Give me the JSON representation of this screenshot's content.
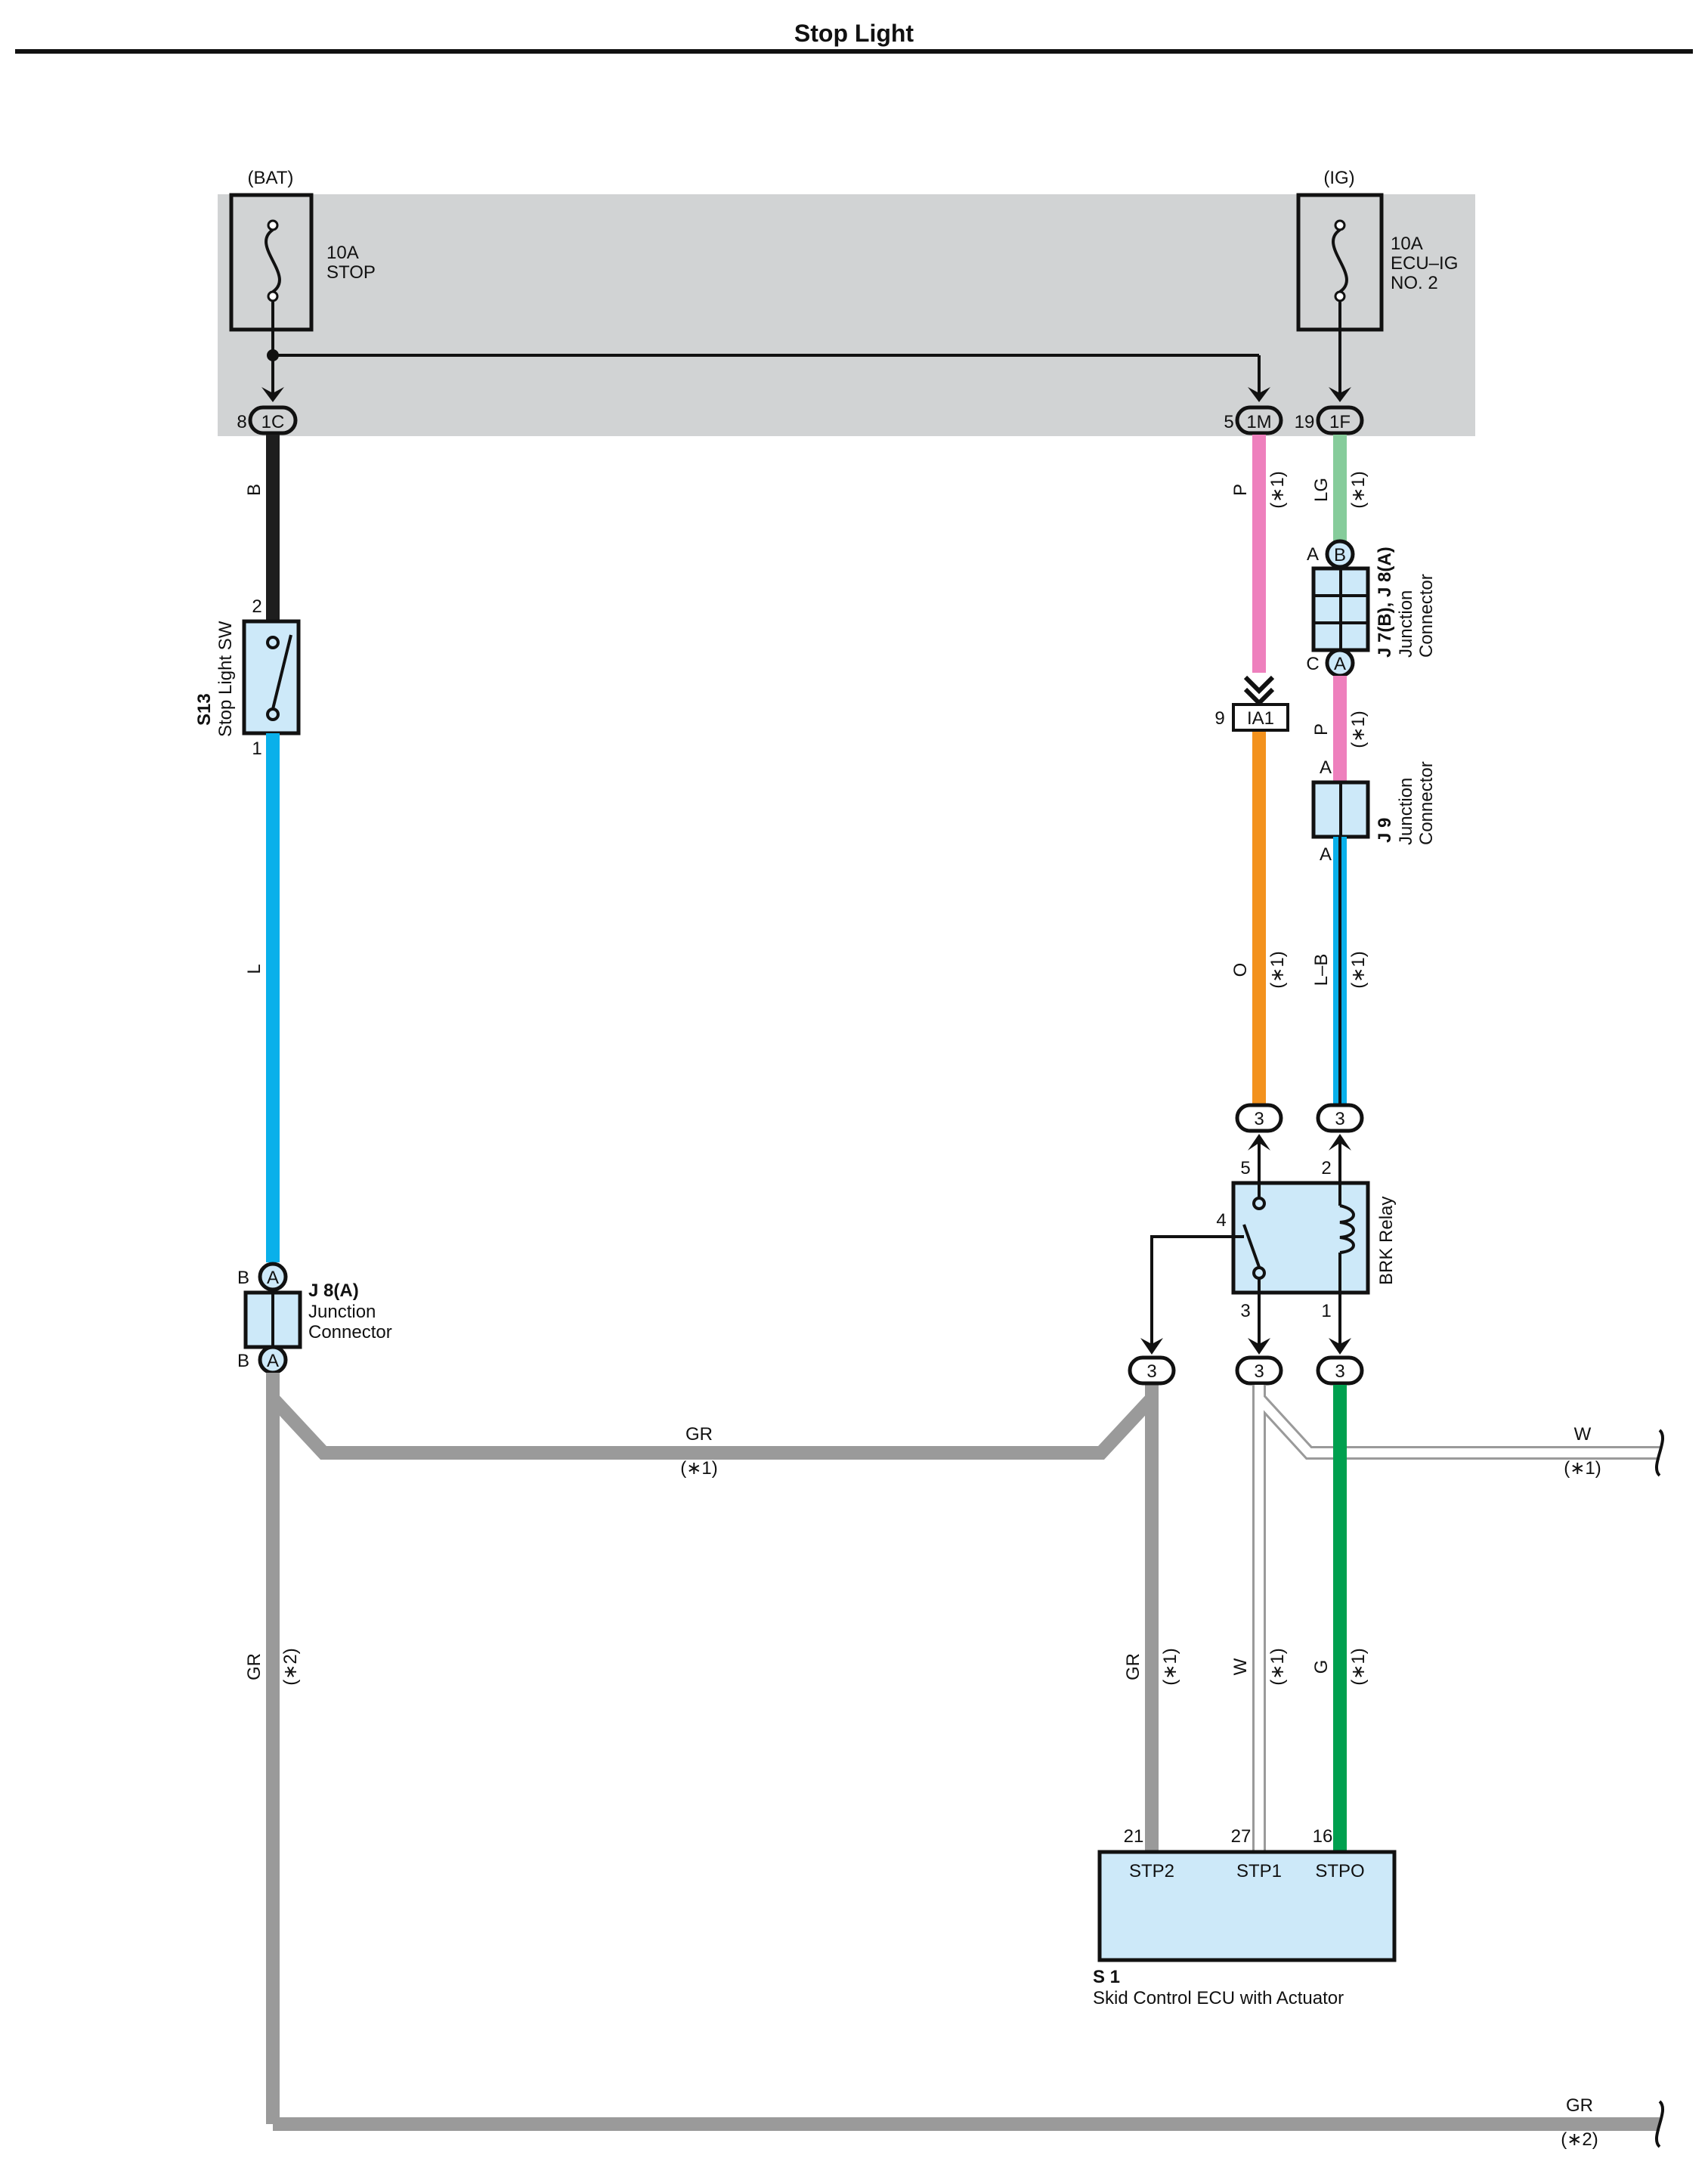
{
  "header": {
    "title": "Stop Light"
  },
  "colors": {
    "B": "#1e1e1e",
    "L": "#0ab0ea",
    "P": "#ee80bd",
    "LG": "#86cc9b",
    "O": "#f3921e",
    "LB_blue": "#0ab0ea",
    "LB_black": "#111111",
    "GR": "#9a9a9a",
    "W_outline": "#9a9a9a",
    "G": "#00a04f",
    "panel": "#d1d3d4",
    "component": "#cde9f9"
  },
  "fuses": {
    "bat": {
      "source": "(BAT)",
      "rating": "10A",
      "name": "STOP"
    },
    "ig": {
      "source": "(IG)",
      "rating": "10A",
      "name_line1": "ECU–IG",
      "name_line2": "NO. 2"
    }
  },
  "connectors": {
    "c1c": {
      "id": "1C",
      "pin": "8"
    },
    "c1m": {
      "id": "1M",
      "pin": "5"
    },
    "c1f": {
      "id": "1F",
      "pin": "19"
    },
    "ia1": {
      "id": "IA1",
      "pin": "9"
    },
    "relay_in5": {
      "id": "3"
    },
    "relay_in2": {
      "id": "3"
    },
    "relay_out4": {
      "id": "3"
    },
    "relay_out3": {
      "id": "3"
    },
    "relay_out1": {
      "id": "3"
    },
    "j7_top": {
      "id": "B",
      "side": "A"
    },
    "j7_bot": {
      "id": "A",
      "side": "C"
    },
    "j8_top": {
      "id": "A",
      "side": "B"
    },
    "j8_bot": {
      "id": "A",
      "side": "B"
    }
  },
  "wires": {
    "w_b": {
      "color": "B"
    },
    "w_l": {
      "color": "L"
    },
    "w_p_top": {
      "color": "P",
      "note": "(∗1)"
    },
    "w_lg": {
      "color": "LG",
      "note": "(∗1)"
    },
    "w_p_mid": {
      "color": "P",
      "note": "(∗1)"
    },
    "w_o": {
      "color": "O",
      "note": "(∗1)"
    },
    "w_lb": {
      "color": "L–B",
      "note": "(∗1)"
    },
    "w_gr_horiz": {
      "color": "GR",
      "note": "(∗1)"
    },
    "w_gr_left": {
      "color": "GR",
      "note": "(∗2)"
    },
    "w_gr_ecu": {
      "color": "GR",
      "note": "(∗1)"
    },
    "w_w_ecu": {
      "color": "W",
      "note": "(∗1)"
    },
    "w_g_ecu": {
      "color": "G",
      "note": "(∗1)"
    },
    "w_w_right": {
      "color": "W",
      "note": "(∗1)"
    },
    "w_gr_bottom": {
      "color": "GR",
      "note": "(∗2)"
    }
  },
  "components": {
    "s13": {
      "code": "S13",
      "name": "Stop Light SW",
      "pin_top": "2",
      "pin_bot": "1"
    },
    "j7j8": {
      "code": "J 7(B), J 8(A)",
      "name_line1": "Junction",
      "name_line2": "Connector"
    },
    "j9": {
      "code": "J 9",
      "name_line1": "Junction",
      "name_line2": "Connector",
      "pin_top": "A",
      "pin_bot": "A"
    },
    "j8a": {
      "code": "J 8(A)",
      "name_line1": "Junction",
      "name_line2": "Connector"
    },
    "brk_relay": {
      "name": "BRK Relay",
      "pin5": "5",
      "pin2": "2",
      "pin4": "4",
      "pin3": "3",
      "pin1": "1"
    },
    "s1": {
      "code": "S 1",
      "name": "Skid Control ECU with Actuator",
      "terminals": [
        {
          "pin": "21",
          "label": "STP2"
        },
        {
          "pin": "27",
          "label": "STP1"
        },
        {
          "pin": "16",
          "label": "STPO"
        }
      ]
    }
  }
}
